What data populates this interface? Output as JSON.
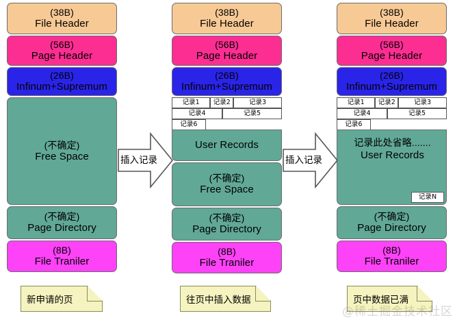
{
  "diagram": {
    "title": "InnoDB page fill progression",
    "colors": {
      "file_header": "#f7c995",
      "page_header": "#fc2e92",
      "infimum_supremum": "#2a24e8",
      "free_space": "#61a897",
      "page_directory": "#61a897",
      "file_trailer": "#fd42f8",
      "record_box": "#ffffff",
      "note": "#f5f3bf",
      "arrow_fill": "#ffffff",
      "background": "#ffffff"
    },
    "labels": {
      "file_header_size": "(38B)",
      "file_header_name": "File Header",
      "page_header_size": "(56B)",
      "page_header_name": "Page Header",
      "infsup_size": "(26B)",
      "infsup_name": "Infinum+Supremum",
      "free_space_size": "(不确定)",
      "free_space_name": "Free  Space",
      "page_directory_size": "(不确定)",
      "page_directory_name": "Page  Directory",
      "file_trailer_size": "(8B)",
      "file_trailer_name": "File  Traniler",
      "user_records_name": "User Records",
      "records_omitted": "记录此处省略......."
    },
    "columns": [
      {
        "id": "col-empty-page",
        "note": "新申请的页",
        "has_records": false
      },
      {
        "id": "col-partially-filled-page",
        "note": "往页中插入数据",
        "has_records": true
      },
      {
        "id": "col-full-page",
        "note": "页中数据已满",
        "has_records": true
      }
    ],
    "record_rows": [
      [
        {
          "label": "记录1",
          "width": 35
        },
        {
          "label": "记录2",
          "width": 21
        },
        {
          "label": "记录3",
          "width": 44
        }
      ],
      [
        {
          "label": "记录4",
          "width": 46
        },
        {
          "label": "记录5",
          "width": 54
        }
      ],
      [
        {
          "label": "记录6",
          "width": 31
        }
      ]
    ],
    "last_record_label": "记录N",
    "arrows": [
      {
        "id": "arrow-insert-1",
        "label": "插入记录"
      },
      {
        "id": "arrow-insert-2",
        "label": "插入记录"
      }
    ],
    "watermark": "@稀土掘金技术社区"
  }
}
